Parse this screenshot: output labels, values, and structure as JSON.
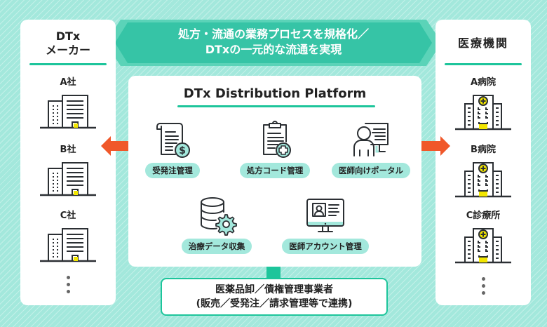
{
  "banner": {
    "line1": "処方・流通の業務プロセスを規格化／",
    "line2": "DTxの一元的な流通を実現"
  },
  "left_panel": {
    "title_line1": "DTx",
    "title_line2": "メーカー",
    "items": [
      {
        "label": "A社",
        "icon": "office-building-icon"
      },
      {
        "label": "B社",
        "icon": "office-building-icon"
      },
      {
        "label": "C社",
        "icon": "office-building-icon"
      }
    ],
    "more": "vertical-ellipsis"
  },
  "right_panel": {
    "title": "医療機関",
    "items": [
      {
        "label": "A病院",
        "icon": "hospital-icon"
      },
      {
        "label": "B病院",
        "icon": "hospital-icon"
      },
      {
        "label": "C診療所",
        "icon": "hospital-icon"
      }
    ],
    "more": "vertical-ellipsis"
  },
  "platform": {
    "title": "DTx Distribution Platform",
    "features": [
      {
        "label": "受発注管理",
        "icon": "invoice-dollar-icon"
      },
      {
        "label": "処方コード管理",
        "icon": "clipboard-medical-icon"
      },
      {
        "label": "医師向けポータル",
        "icon": "doctor-portal-icon"
      },
      {
        "label": "治療データ収集",
        "icon": "database-gear-icon"
      },
      {
        "label": "医師アカウント管理",
        "icon": "monitor-profile-icon"
      }
    ]
  },
  "wholesaler": {
    "line1": "医薬品卸／債権管理事業者",
    "line2": "(販売／受発注／請求管理等で連携)"
  },
  "colors": {
    "accent": "#1dc59b",
    "banner": "#36c4a6",
    "pill": "#a3e8dc",
    "arrow": "#f0582a",
    "highlight_yellow": "#f2e600",
    "icon_stroke": "#2b2f33"
  }
}
